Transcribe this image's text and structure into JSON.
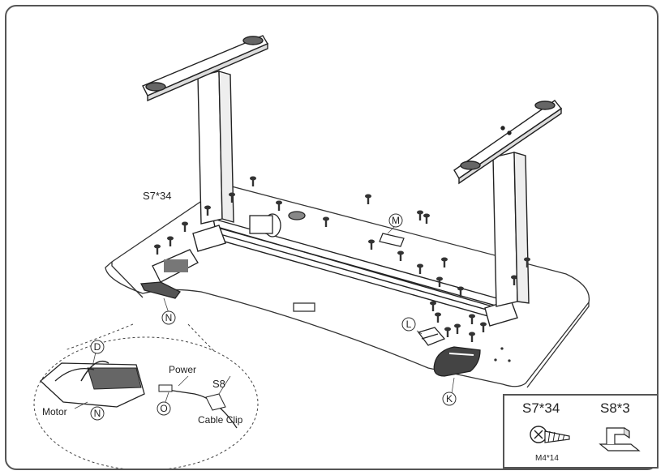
{
  "labels": {
    "screw_count": "S7*34",
    "motor": "Motor",
    "power": "Power",
    "cable_clip_code": "S8",
    "cable_clip": "Cable Clip",
    "callout_M": "M",
    "callout_N": "N",
    "callout_N_detail": "N",
    "callout_D": "D",
    "callout_O": "O",
    "callout_L": "L",
    "callout_K": "K"
  },
  "legend": {
    "screw_title": "S7*34",
    "screw_spec": "M4*14",
    "clip_title": "S8*3"
  }
}
